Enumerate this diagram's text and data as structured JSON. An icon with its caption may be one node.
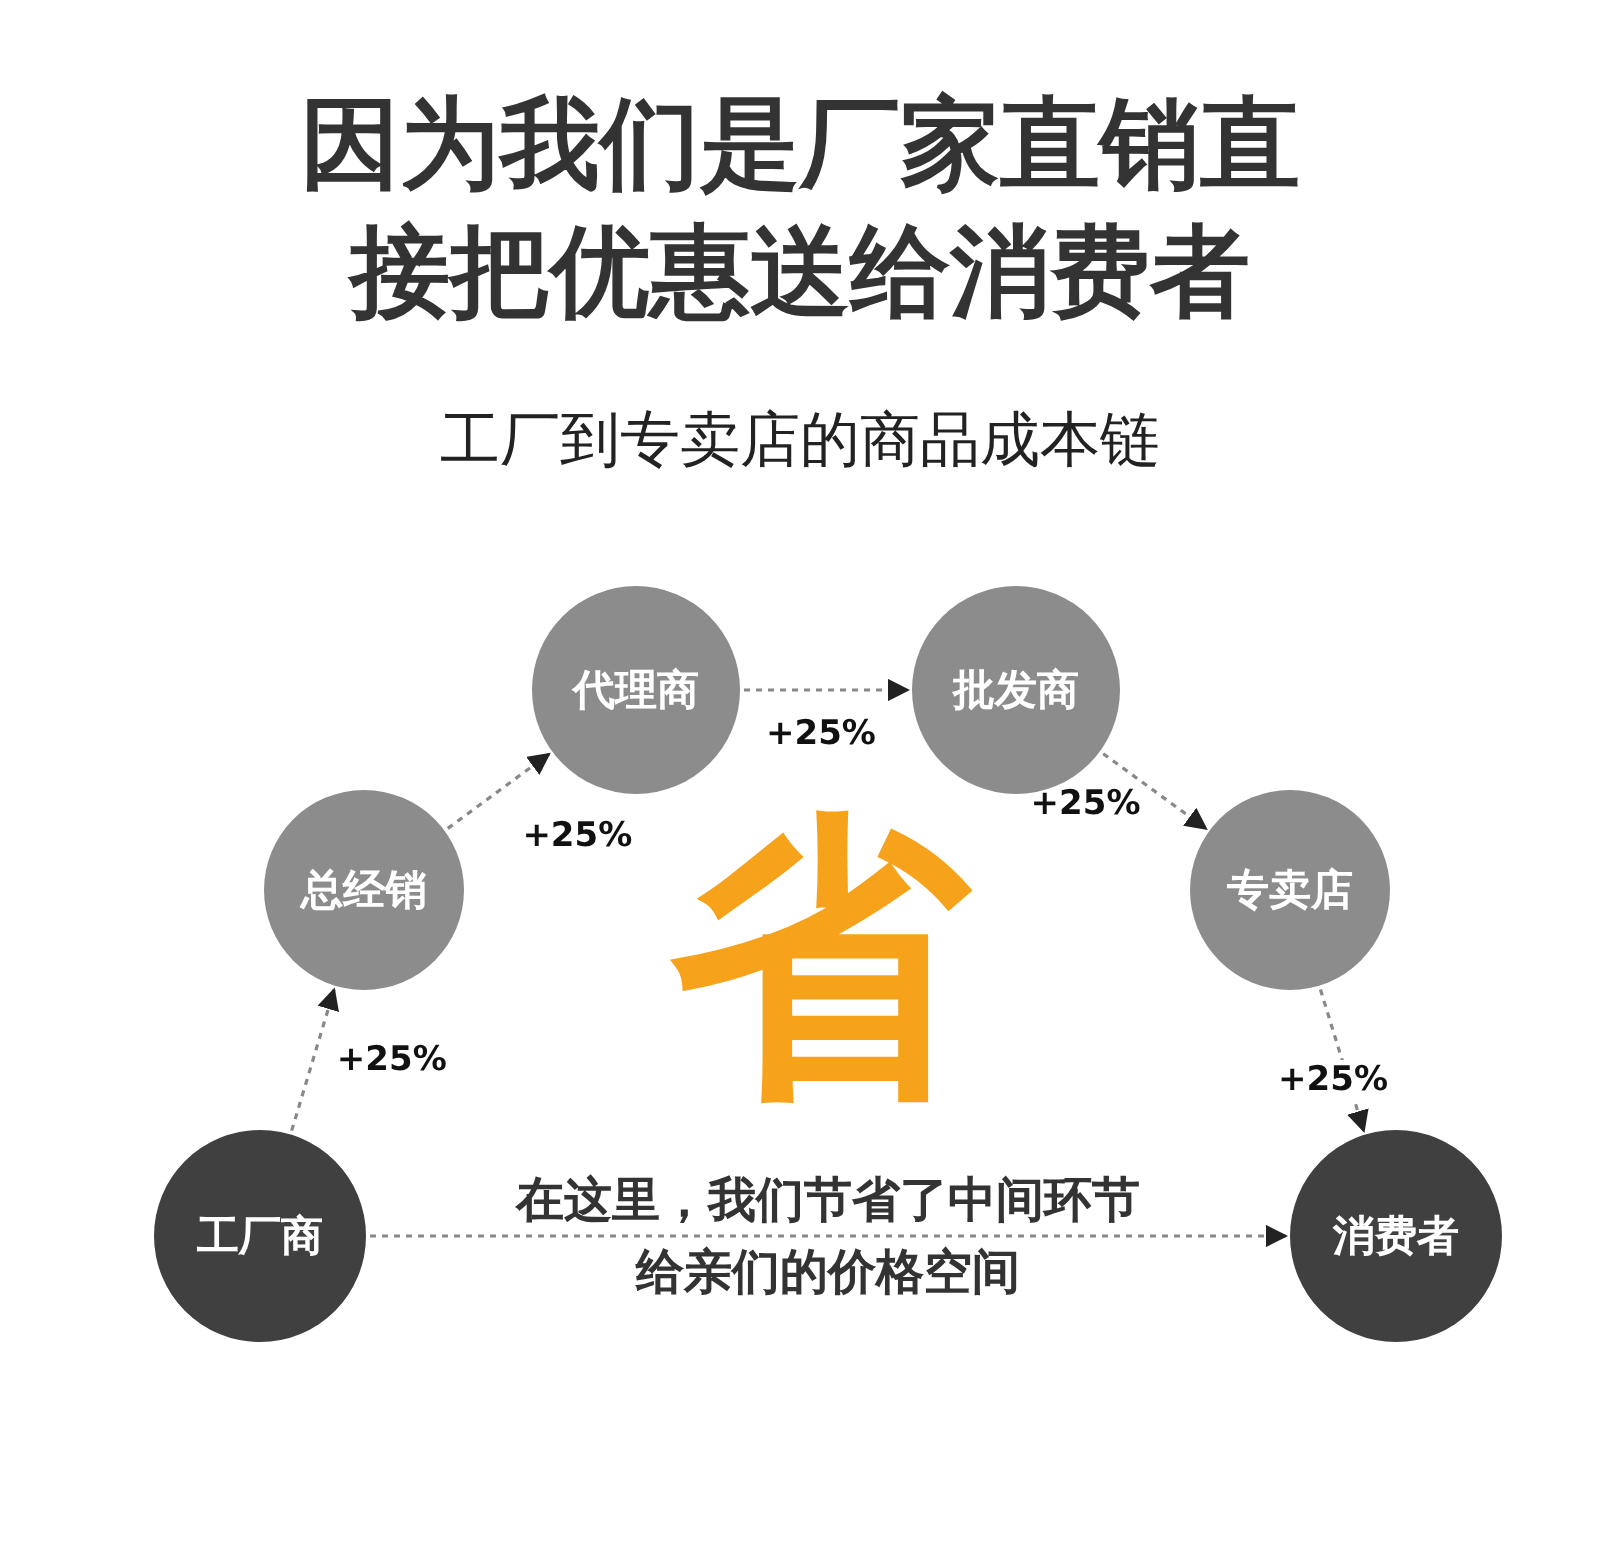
{
  "diagram": {
    "title": "因为我们是厂家直销直接把优惠送给消费者",
    "nodes": [
      {
        "text": [
          "工厂商"
        ]
      },
      {
        "text": [
          "总经销"
        ]
      },
      {
        "text": [
          "代理商"
        ]
      },
      {
        "text": [
          "批发商"
        ]
      },
      {
        "text": [
          "专卖店"
        ]
      },
      {
        "text": [
          "消费者"
        ]
      }
    ],
    "edges": [
      {
        "from": 0,
        "to": 1,
        "arrow": "to",
        "label": "+25%",
        "style": "dashed"
      },
      {
        "from": 1,
        "to": 2,
        "arrow": "to",
        "label": "+25%",
        "style": "dashed"
      },
      {
        "from": 2,
        "to": 3,
        "arrow": "to",
        "label": "+25%",
        "style": "dashed"
      },
      {
        "from": 3,
        "to": 4,
        "arrow": "to",
        "label": "+25%",
        "style": "dashed"
      },
      {
        "from": 4,
        "to": 5,
        "arrow": "to",
        "label": "+25%",
        "style": "dashed"
      },
      {
        "from": 0,
        "to": 5,
        "arrow": "to",
        "label": "在这里，我们节省了中间环节给亲们的价格空间",
        "style": "dashed"
      }
    ],
    "labels": [
      "工厂到专卖店的商品成本链",
      "省"
    ]
  }
}
